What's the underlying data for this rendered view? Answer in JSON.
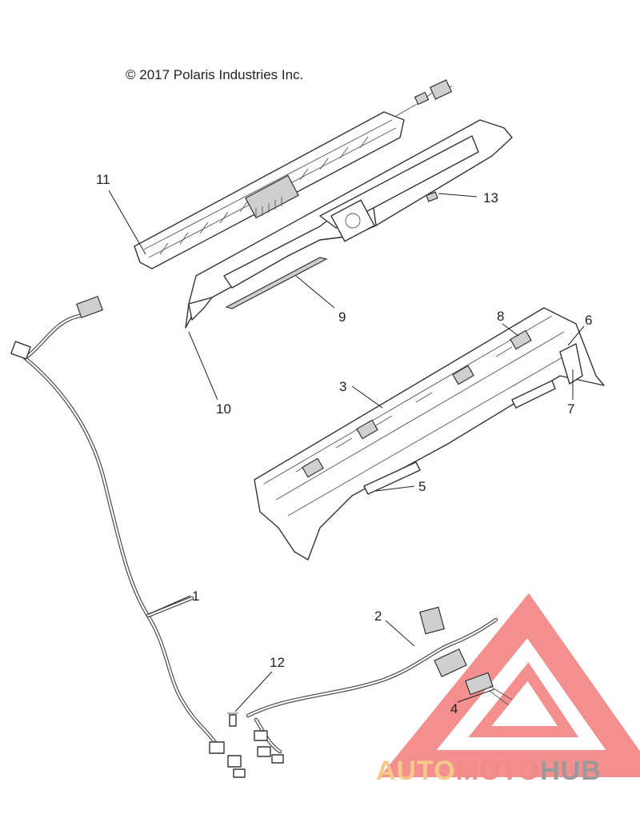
{
  "copyright": "© 2017 Polaris Industries Inc.",
  "callouts": [
    {
      "id": "1",
      "label": "1"
    },
    {
      "id": "2",
      "label": "2"
    },
    {
      "id": "3",
      "label": "3"
    },
    {
      "id": "4",
      "label": "4"
    },
    {
      "id": "5",
      "label": "5"
    },
    {
      "id": "6",
      "label": "6"
    },
    {
      "id": "7",
      "label": "7"
    },
    {
      "id": "8",
      "label": "8"
    },
    {
      "id": "9",
      "label": "9"
    },
    {
      "id": "10",
      "label": "10"
    },
    {
      "id": "11",
      "label": "11"
    },
    {
      "id": "12",
      "label": "12"
    },
    {
      "id": "13",
      "label": "13"
    }
  ],
  "watermark": {
    "part1": "AUTO",
    "part2": "MOTO",
    "part3": "HUB",
    "color_auto": "#f5c98a",
    "color_moto": "#f28a8a",
    "color_hub": "#9a9a9a",
    "triangle_color": "#f06a6a"
  }
}
